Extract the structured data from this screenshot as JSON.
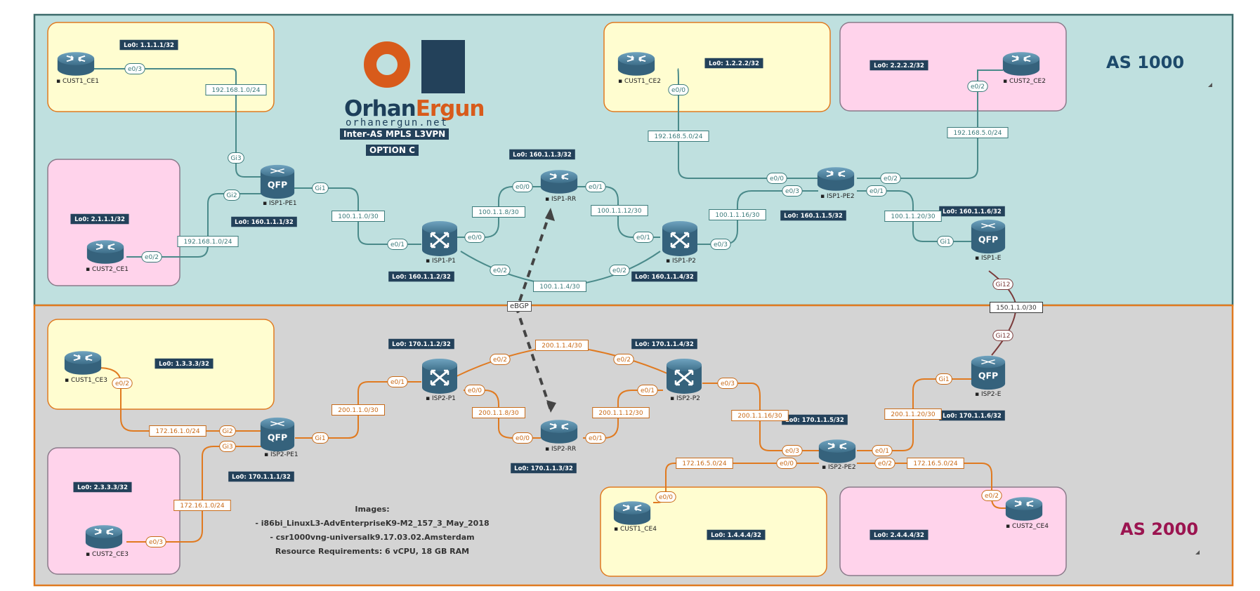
{
  "as_top": "AS 1000",
  "as_bottom": "AS 2000",
  "logo": {
    "name_a": "Orhan",
    "name_b": "Ergun",
    "domain": "orhanergun.net"
  },
  "title": "Inter-AS MPLS L3VPN",
  "option": "OPTION C",
  "ebgp": "eBGP",
  "images": {
    "heading": "Images:",
    "line1": "- i86bi_LinuxL3-AdvEnterpriseK9-M2_157_3_May_2018",
    "line2": "- csr1000vng-universalk9.17.03.02.Amsterdam",
    "line3": "Resource Requirements: 6 vCPU, 18 GB RAM"
  },
  "devices": {
    "cust1_ce1": "CUST1_CE1",
    "cust2_ce1": "CUST2_CE1",
    "isp1_pe1": "ISP1-PE1",
    "isp1_p1": "ISP1-P1",
    "isp1_rr": "ISP1-RR",
    "isp1_p2": "ISP1-P2",
    "cust1_ce2": "CUST1_CE2",
    "cust2_ce2": "CUST2_CE2",
    "isp1_pe2": "ISP1-PE2",
    "isp1_e": "ISP1-E",
    "cust1_ce3": "CUST1_CE3",
    "cust2_ce3": "CUST2_CE3",
    "isp2_pe1": "ISP2-PE1",
    "isp2_p1": "ISP2-P1",
    "isp2_rr": "ISP2-RR",
    "isp2_p2": "ISP2-P2",
    "isp2_e": "ISP2-E",
    "isp2_pe2": "ISP2-PE2",
    "cust1_ce4": "CUST1_CE4",
    "cust2_ce4": "CUST2_CE4"
  },
  "loopbacks": {
    "cust1_ce1": "Lo0: 1.1.1.1/32",
    "cust2_ce1": "Lo0: 2.1.1.1/32",
    "isp1_pe1": "Lo0: 160.1.1.1/32",
    "isp1_p1": "Lo0: 160.1.1.2/32",
    "isp1_rr": "Lo0: 160.1.1.3/32",
    "isp1_p2": "Lo0: 160.1.1.4/32",
    "isp1_pe2": "Lo0: 160.1.1.5/32",
    "isp1_e": "Lo0: 160.1.1.6/32",
    "cust1_ce2": "Lo0: 1.2.2.2/32",
    "cust2_ce2": "Lo0: 2.2.2.2/32",
    "cust1_ce3": "Lo0: 1.3.3.3/32",
    "cust2_ce3": "Lo0: 2.3.3.3/32",
    "isp2_pe1": "Lo0: 170.1.1.1/32",
    "isp2_p1": "Lo0: 170.1.1.2/32",
    "isp2_rr": "Lo0: 170.1.1.3/32",
    "isp2_p2": "Lo0: 170.1.1.4/32",
    "isp2_pe2": "Lo0: 170.1.1.5/32",
    "isp2_e": "Lo0: 170.1.1.6/32",
    "cust1_ce4": "Lo0: 1.4.4.4/32",
    "cust2_ce4": "Lo0: 2.4.4.4/32"
  },
  "subnets": {
    "s1": "192.168.1.0/24",
    "s2": "192.168.1.0/24",
    "s3": "100.1.1.0/30",
    "s4": "100.1.1.8/30",
    "s5": "100.1.1.12/30",
    "s6": "100.1.1.4/30",
    "s7": "192.168.5.0/24",
    "s8": "192.168.5.0/24",
    "s9": "100.1.1.16/30",
    "s10": "100.1.1.20/30",
    "s11": "150.1.1.0/30",
    "s12": "200.1.1.4/30",
    "s13": "200.1.1.0/30",
    "s14": "200.1.1.8/30",
    "s15": "200.1.1.12/30",
    "s16": "200.1.1.16/30",
    "s17": "200.1.1.20/30",
    "s18": "172.16.1.0/24",
    "s19": "172.16.1.0/24",
    "s20": "172.16.5.0/24",
    "s21": "172.16.5.0/24"
  },
  "ifaces": {
    "e03": "e0/3",
    "e02": "e0/2",
    "e00": "e0/0",
    "e01": "e0/1",
    "gi1": "Gi1",
    "gi2": "Gi2",
    "gi3": "Gi3",
    "gi12": "Gi12"
  },
  "colors": {
    "as1000_bg": "#bfe0df",
    "as1000_border": "#3c6b6b",
    "as2000_bg": "#d4d4d4",
    "as2000_border": "#e07a20",
    "cust1_box": "#fffdd0",
    "cust2_box": "#ffd3eb",
    "link_top": "#4a8a8a",
    "link_bottom": "#e07a20",
    "router": "#3e6f8a",
    "title_top": "#1d4a6b",
    "title_bottom": "#9b1450"
  }
}
